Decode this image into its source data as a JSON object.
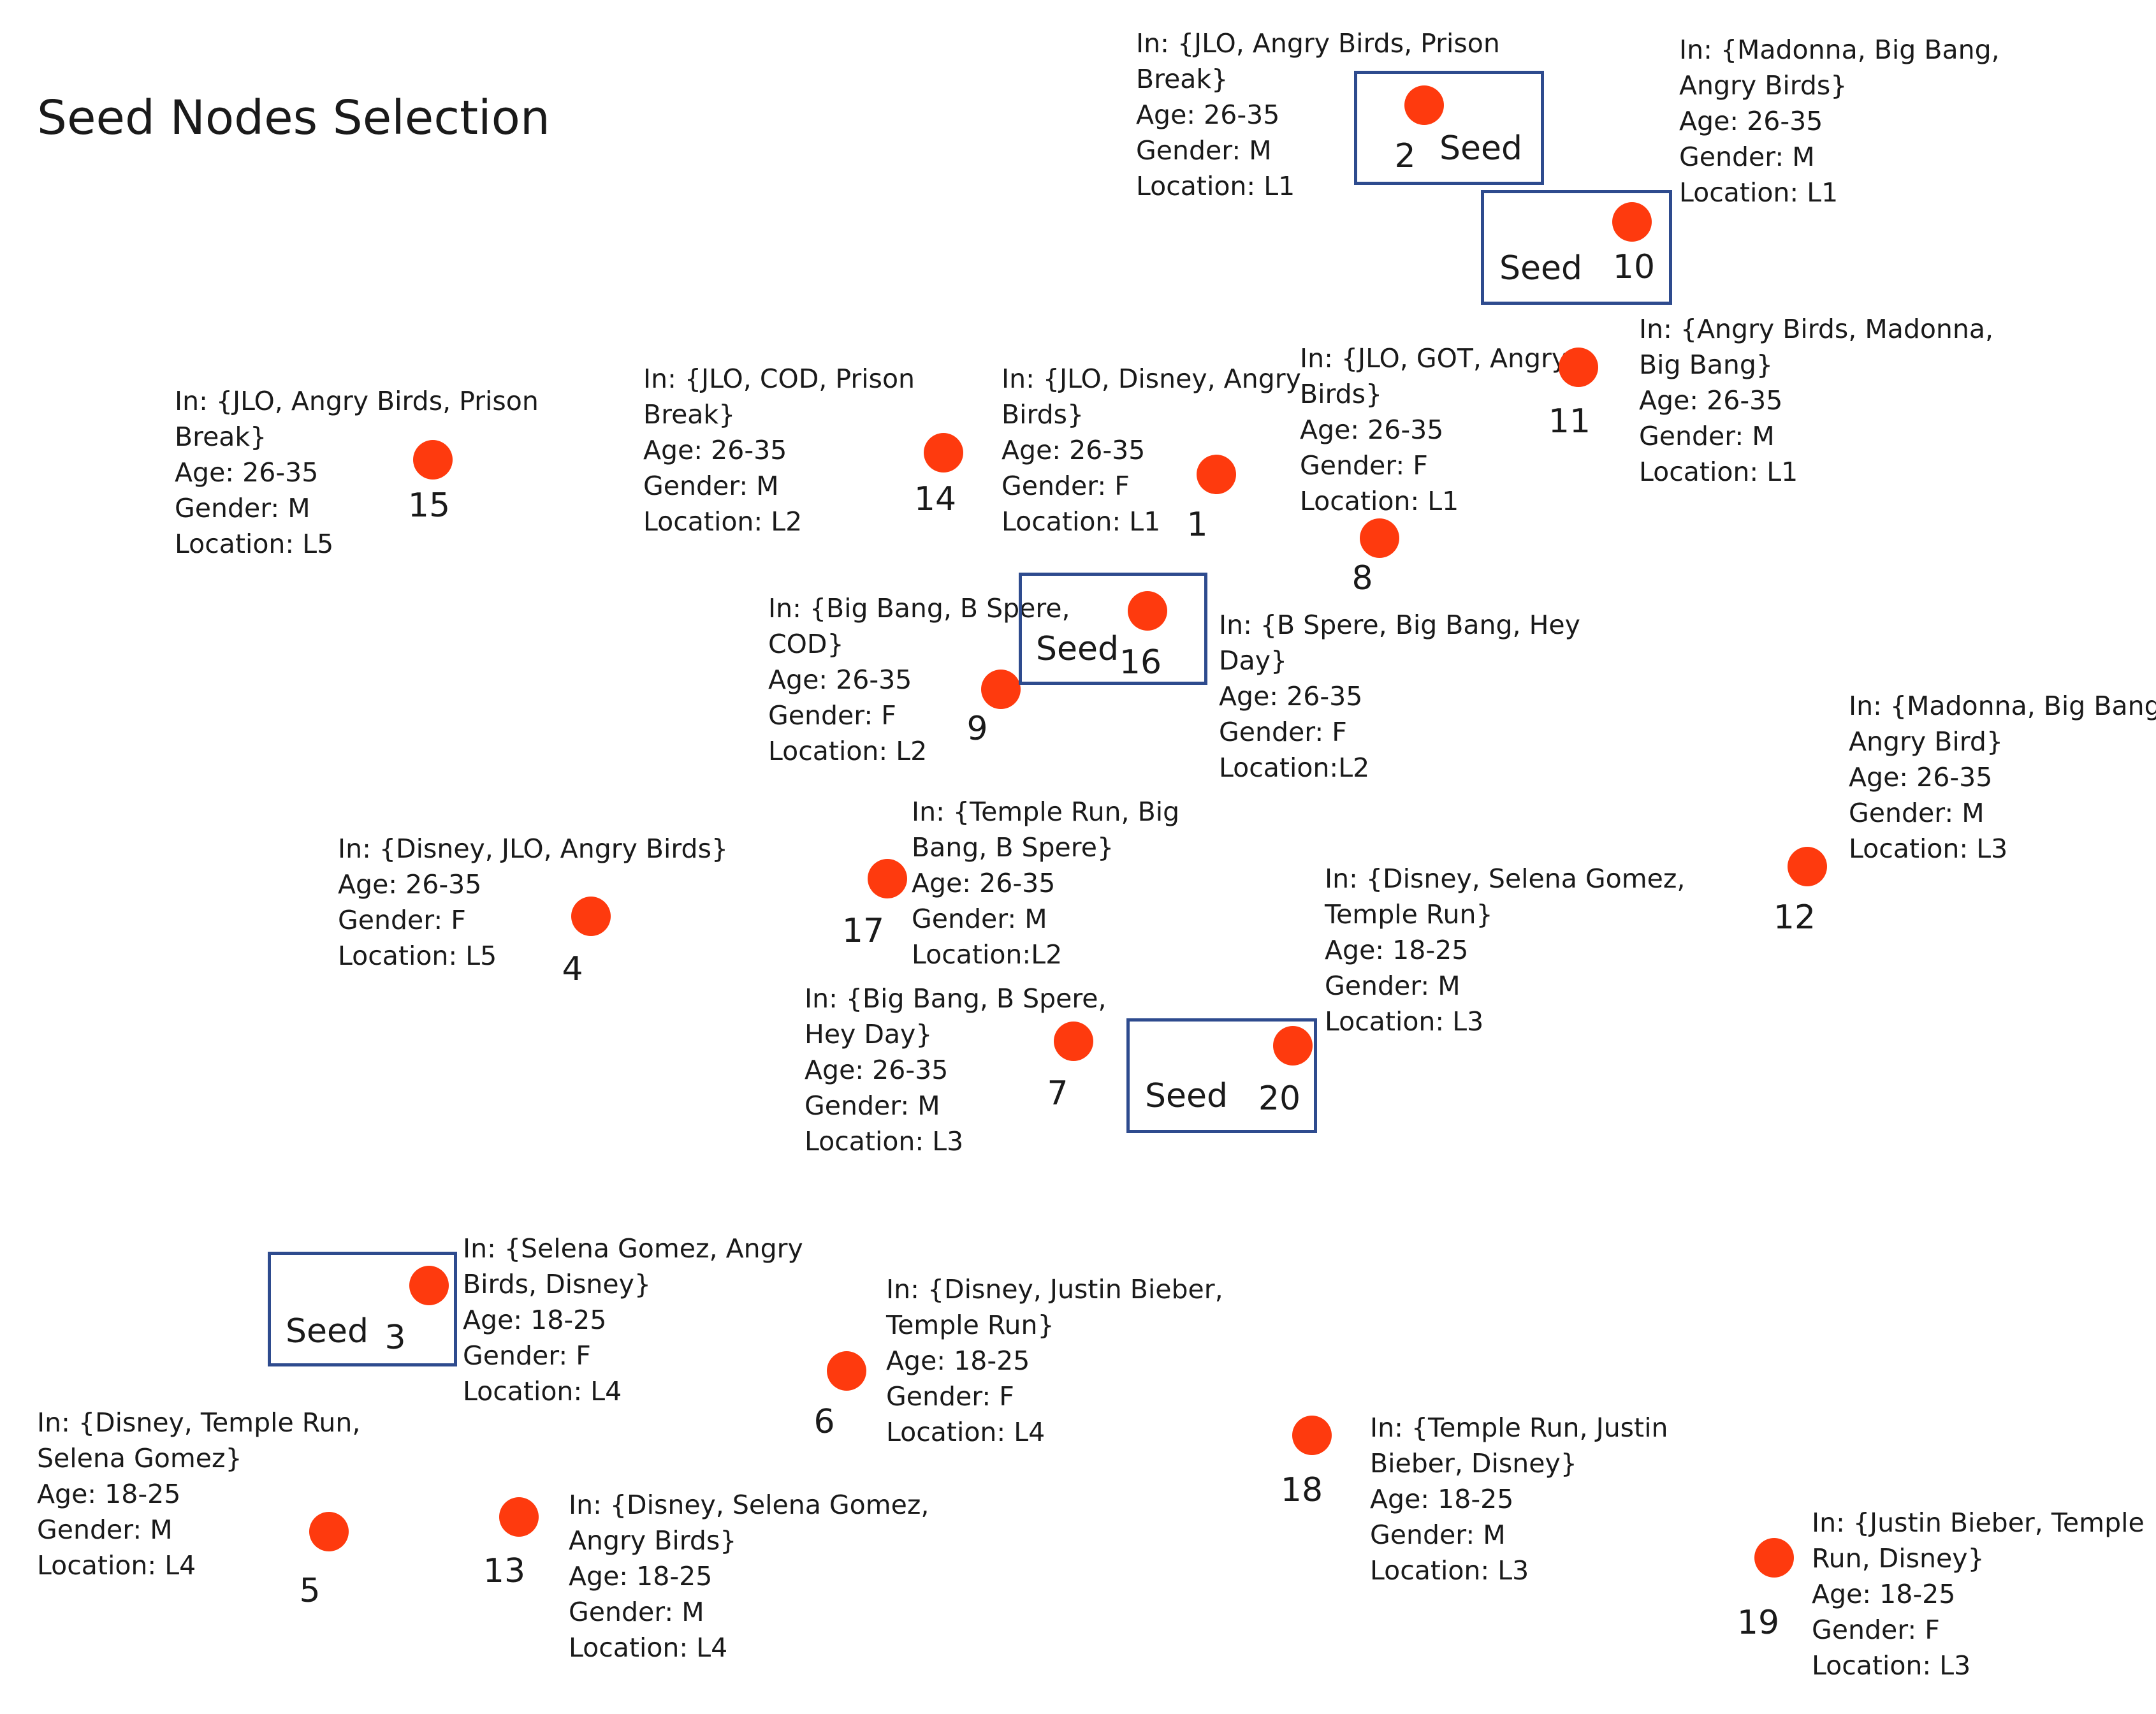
{
  "title": "Seed Nodes Selection",
  "colors": {
    "node": "#fe3a0e",
    "seed_box": "#2e4b8e",
    "text": "#1a1a1a"
  },
  "seed_label": "Seed",
  "nodes": {
    "n1": {
      "id": "1",
      "seed": false,
      "interests": [
        "In: {JLO, Disney, Angry",
        "Birds}"
      ],
      "age": "Age: 26-35",
      "gender": "Gender: F",
      "location": "Location: L1"
    },
    "n2": {
      "id": "2",
      "seed": true,
      "interests": [
        "In: {JLO, Angry Birds, Prison",
        "Break}"
      ],
      "age": "Age: 26-35",
      "gender": "Gender: M",
      "location": "Location: L1"
    },
    "n3": {
      "id": "3",
      "seed": true,
      "interests": [
        "In: {Selena Gomez, Angry",
        "Birds, Disney}"
      ],
      "age": "Age: 18-25",
      "gender": "Gender: F",
      "location": "Location: L4"
    },
    "n4": {
      "id": "4",
      "seed": false,
      "interests": [
        "In: {Disney, JLO, Angry Birds}"
      ],
      "age": "Age: 26-35",
      "gender": "Gender: F",
      "location": "Location: L5"
    },
    "n5": {
      "id": "5",
      "seed": false,
      "interests": [
        "In: {Disney, Temple Run,",
        "Selena Gomez}"
      ],
      "age": "Age: 18-25",
      "gender": "Gender: M",
      "location": "Location: L4"
    },
    "n6": {
      "id": "6",
      "seed": false,
      "interests": [
        "In: {Disney, Justin Bieber,",
        "Temple Run}"
      ],
      "age": "Age: 18-25",
      "gender": "Gender: F",
      "location": "Location: L4"
    },
    "n7": {
      "id": "7",
      "seed": false,
      "interests": [
        "In: {Big Bang, B Spere,",
        "Hey Day}"
      ],
      "age": "Age: 26-35",
      "gender": "Gender: M",
      "location": "Location: L3"
    },
    "n8": {
      "id": "8",
      "seed": false,
      "interests": [
        "In: {JLO, GOT, Angry",
        "Birds}"
      ],
      "age": "Age: 26-35",
      "gender": "Gender: F",
      "location": "Location: L1"
    },
    "n9": {
      "id": "9",
      "seed": false,
      "interests": [
        "In: {Big Bang, B Spere,",
        "COD}"
      ],
      "age": "Age: 26-35",
      "gender": "Gender: F",
      "location": "Location: L2"
    },
    "n10": {
      "id": "10",
      "seed": true,
      "interests": [
        "In: {Madonna, Big Bang,",
        "Angry Birds}"
      ],
      "age": "Age: 26-35",
      "gender": "Gender: M",
      "location": "Location: L1"
    },
    "n11": {
      "id": "11",
      "seed": false,
      "interests": [
        "In: {Angry Birds, Madonna,",
        "Big Bang}"
      ],
      "age": "Age: 26-35",
      "gender": "Gender: M",
      "location": "Location: L1"
    },
    "n12": {
      "id": "12",
      "seed": false,
      "interests": [
        "In: {Madonna, Big Bang,",
        "Angry Bird}"
      ],
      "age": "Age: 26-35",
      "gender": "Gender: M",
      "location": "Location: L3"
    },
    "n13": {
      "id": "13",
      "seed": false,
      "interests": [
        "In: {Disney, Selena Gomez,",
        "Angry Birds}"
      ],
      "age": "Age: 18-25",
      "gender": "Gender: M",
      "location": "Location: L4"
    },
    "n14": {
      "id": "14",
      "seed": false,
      "interests": [
        "In: {JLO, COD, Prison",
        "Break}"
      ],
      "age": "Age: 26-35",
      "gender": "Gender: M",
      "location": "Location: L2"
    },
    "n15": {
      "id": "15",
      "seed": false,
      "interests": [
        "In: {JLO, Angry Birds, Prison",
        "Break}"
      ],
      "age": "Age: 26-35",
      "gender": "Gender: M",
      "location": "Location: L5"
    },
    "n16": {
      "id": "16",
      "seed": true,
      "interests": [
        "In: {B Spere, Big Bang, Hey",
        "Day}"
      ],
      "age": "Age: 26-35",
      "gender": "Gender: F",
      "location": "Location:L2"
    },
    "n17": {
      "id": "17",
      "seed": false,
      "interests": [
        "In: {Temple Run, Big",
        "Bang, B Spere}"
      ],
      "age": "Age: 26-35",
      "gender": "Gender: M",
      "location": "Location:L2"
    },
    "n18": {
      "id": "18",
      "seed": false,
      "interests": [
        "In: {Temple Run, Justin",
        "Bieber, Disney}"
      ],
      "age": "Age: 18-25",
      "gender": "Gender: M",
      "location": "Location: L3"
    },
    "n19": {
      "id": "19",
      "seed": false,
      "interests": [
        "In: {Justin Bieber, Temple",
        "Run, Disney}"
      ],
      "age": "Age: 18-25",
      "gender": "Gender: F",
      "location": "Location: L3"
    },
    "n20": {
      "id": "20",
      "seed": true,
      "interests": [
        "In: {Disney, Selena Gomez,",
        "Temple Run}"
      ],
      "age": "Age: 18-25",
      "gender": "Gender: M",
      "location": "Location: L3"
    }
  }
}
